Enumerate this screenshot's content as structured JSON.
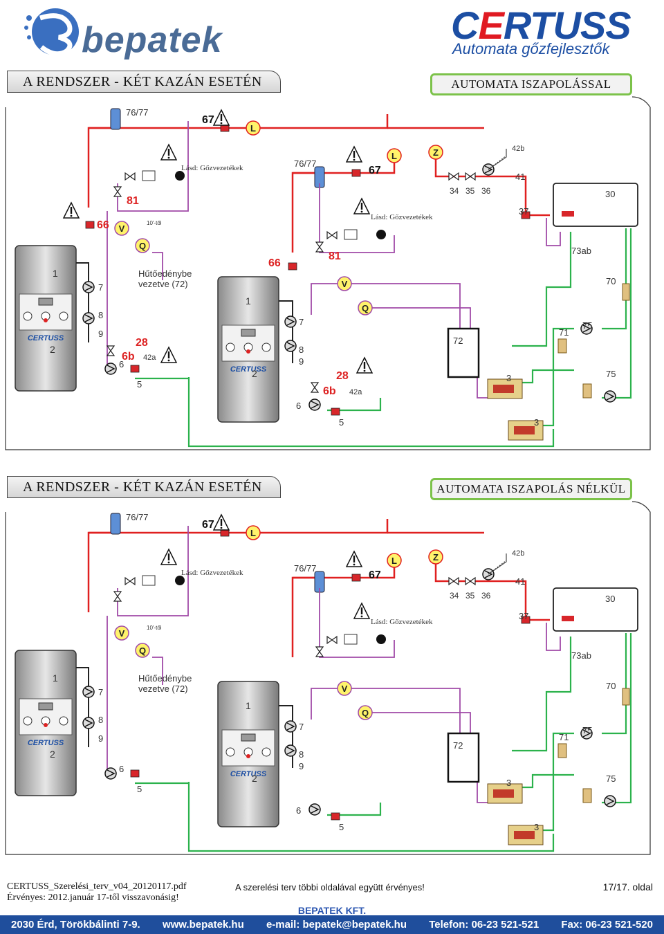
{
  "header": {
    "bepatek_logo": "bepatek",
    "certuss_logo_prefix": "C",
    "certuss_logo_accent": "E",
    "certuss_logo_rest": "RTUSS",
    "certuss_tagline": "Automata gőzfejlesztők"
  },
  "sections": [
    {
      "title": "A RENDSZER - KÉT KAZÁN ESETÉN",
      "mode": "AUTOMATA ISZAPOLÁSSAL",
      "labels": {
        "sep1": "76/77",
        "l67a": "67",
        "L1": "L",
        "steam_note1": "Lásd: Gőzvezetékek",
        "l66a": "66",
        "l81a": "81",
        "V1": "V",
        "from10": "10'-től",
        "Q1": "Q",
        "boiler1_num": "1",
        "boiler1_brand": "CERTUSS",
        "boiler1_2": "2",
        "l7a": "7",
        "l8a": "8",
        "l9a": "9",
        "cooler": "Hűtőedénybe",
        "cooler2": "vezetve (72)",
        "l28a": "28",
        "l6ba": "6b",
        "l42aa": "42a",
        "l6a": "6",
        "l5a": "5",
        "sep2": "76/77",
        "l67b": "67",
        "L2": "L",
        "steam_note2": "Lásd: Gőzvezetékek",
        "l66b": "66",
        "l81b": "81",
        "V2": "V",
        "Q2": "Q",
        "boiler2_num": "1",
        "boiler2_brand": "CERTUSS",
        "boiler2_2": "2",
        "l7b": "7",
        "l8b": "8",
        "l9b": "9",
        "l28b": "28",
        "l6bb": "6b",
        "l42ab": "42a",
        "l6b": "6",
        "l5b": "5",
        "Z": "Z",
        "l34": "34",
        "l35": "35",
        "l36": "36",
        "l42b": "42b",
        "l41": "41",
        "l37": "37",
        "l30": "30",
        "l73ab": "73ab",
        "l70": "70",
        "l72": "72",
        "l71": "71",
        "l75a": "75",
        "l75b": "75",
        "l3a": "3",
        "l3b": "3"
      }
    },
    {
      "title": "A RENDSZER - KÉT KAZÁN ESETÉN",
      "mode": "AUTOMATA ISZAPOLÁS NÉLKÜL",
      "labels": {
        "sep1": "76/77",
        "l67a": "67",
        "L1": "L",
        "steam_note1": "Lásd: Gőzvezetékek",
        "V1": "V",
        "from10": "10'-től",
        "Q1": "Q",
        "boiler1_num": "1",
        "boiler1_brand": "CERTUSS",
        "boiler1_2": "2",
        "l7a": "7",
        "l8a": "8",
        "l9a": "9",
        "cooler": "Hűtőedénybe",
        "cooler2": "vezetve (72)",
        "l6a": "6",
        "l5a": "5",
        "sep2": "76/77",
        "l67b": "67",
        "L2": "L",
        "steam_note2": "Lásd: Gőzvezetékek",
        "V2": "V",
        "Q2": "Q",
        "boiler2_num": "1",
        "boiler2_brand": "CERTUSS",
        "boiler2_2": "2",
        "l7b": "7",
        "l8b": "8",
        "l9b": "9",
        "l6b": "6",
        "l5b": "5",
        "Z": "Z",
        "l34": "34",
        "l35": "35",
        "l36": "36",
        "l42b": "42b",
        "l41": "41",
        "l37": "37",
        "l30": "30",
        "l73ab": "73ab",
        "l70": "70",
        "l72": "72",
        "l71": "71",
        "l75a": "75",
        "l75b": "75",
        "l3a": "3",
        "l3b": "3"
      }
    }
  ],
  "footer": {
    "filename": "CERTUSS_Szerelési_terv_v04_20120117.pdf",
    "validity": "Érvényes: 2012.január 17-től visszavonásig!",
    "note": "A szerelési terv többi oldalával együtt érvényes!",
    "page": "17/17. oldal",
    "company": "BEPATEK KFT.",
    "address": "2030 Érd, Törökbálinti 7-9.",
    "web": "www.bepatek.hu",
    "email": "e-mail: bepatek@bepatek.hu",
    "phone": "Telefon: 06-23 521-521",
    "fax": "Fax: 06-23 521-520"
  },
  "colors": {
    "steam": "#e02020",
    "water": "#2bb24c",
    "drain": "#a04aa8",
    "dark": "#222222",
    "brand_blue": "#1f4e9c",
    "mode_border": "#7cc24a"
  }
}
